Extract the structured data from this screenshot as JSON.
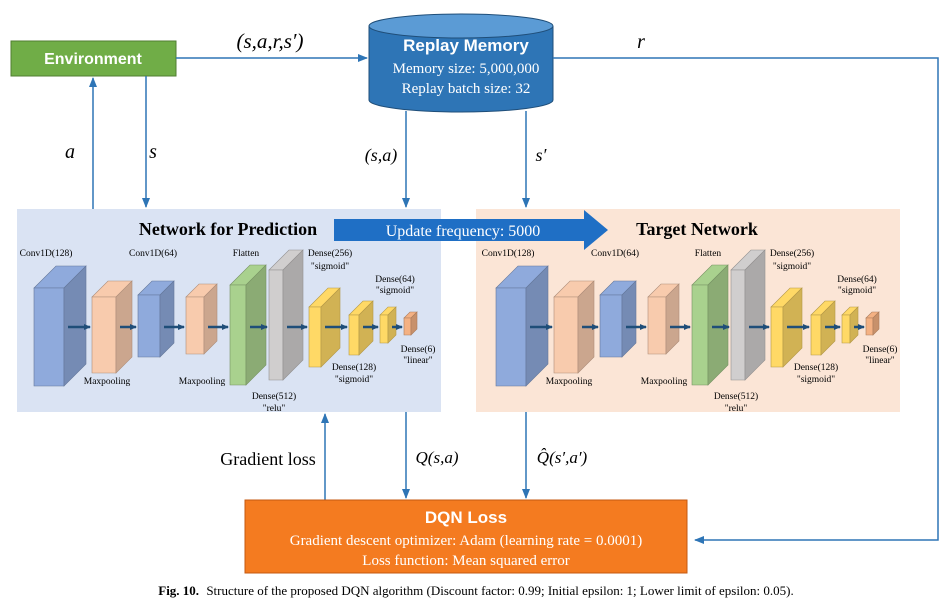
{
  "environment": {
    "label": "Environment"
  },
  "replay": {
    "title": "Replay Memory",
    "memory_size": "Memory size: 5,000,000",
    "batch_size": "Replay batch size: 32"
  },
  "edges": {
    "transition": "(s,a,r,s′)",
    "reward": "r",
    "action": "a",
    "state": "s",
    "sample_sa": "(s,a)",
    "sample_next": "s′",
    "gradient": "Gradient loss",
    "q_pred": "Q(s,a)",
    "q_target": "Q̂(s′,a′)"
  },
  "update_label": "Update frequency: 5000",
  "prediction": {
    "title": "Network for Prediction",
    "labels": {
      "conv1": "Conv1D(128)",
      "conv2": "Conv1D(64)",
      "flatten": "Flatten",
      "dense256": "Dense(256)",
      "dense256_act": "\"sigmoid\"",
      "dense64": "Dense(64)",
      "dense64_act": "\"sigmoid\"",
      "maxpool1": "Maxpooling",
      "maxpool2": "Maxpooling",
      "dense512": "Dense(512)",
      "dense512_act": "\"relu\"",
      "dense128": "Dense(128)",
      "dense128_act": "\"sigmoid\"",
      "dense6": "Dense(6)",
      "dense6_act": "\"linear\""
    }
  },
  "target": {
    "title": "Target Network",
    "labels": {
      "conv1": "Conv1D(128)",
      "conv2": "Conv1D(64)",
      "flatten": "Flatten",
      "dense256": "Dense(256)",
      "dense256_act": "\"sigmoid\"",
      "dense64": "Dense(64)",
      "dense64_act": "\"sigmoid\"",
      "maxpool1": "Maxpooling",
      "maxpool2": "Maxpooling",
      "dense512": "Dense(512)",
      "dense512_act": "\"relu\"",
      "dense128": "Dense(128)",
      "dense128_act": "\"sigmoid\"",
      "dense6": "Dense(6)",
      "dense6_act": "\"linear\""
    }
  },
  "dqn_loss": {
    "title": "DQN Loss",
    "optimizer": "Gradient descent optimizer: Adam (learning rate = 0.0001)",
    "loss_fn": "Loss function: Mean squared error"
  },
  "caption": {
    "prefix": "Fig. 10.",
    "text": "Structure of the proposed DQN algorithm (Discount factor: 0.99; Initial epsilon: 1; Lower limit of epsilon: 0.05)."
  },
  "colors": {
    "environment": "#70ad47",
    "replay": "#2e75b6",
    "prediction_panel": "#dae3f3",
    "target_panel": "#fbe5d6",
    "update_arrow": "#1f6fc5",
    "dqn_loss": "#f47b20",
    "arrow": "#2e75b6",
    "conv": "#8faadc",
    "pool": "#f8cbad",
    "flatten": "#a9d18e",
    "dense512": "#d0cece",
    "dense": "#ffd966",
    "dense6": "#f4b183"
  }
}
